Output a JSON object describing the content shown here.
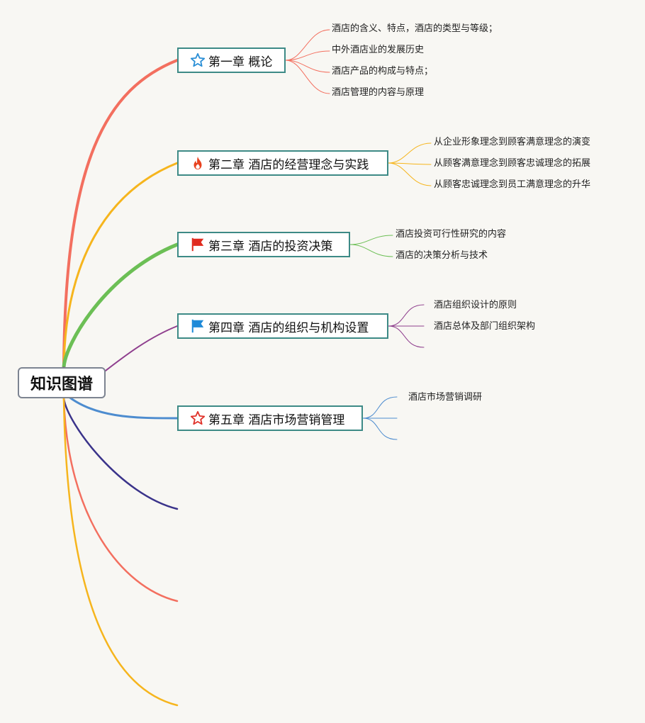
{
  "root": {
    "label": "知识图谱"
  },
  "chapters": [
    {
      "label": "第一章 概论",
      "icon": "star-outline-icon",
      "color": "#f36f5f",
      "leaves": [
        "酒店的含义、特点，酒店的类型与等级；",
        "中外酒店业的发展历史",
        "酒店产品的构成与特点；",
        "酒店管理的内容与原理"
      ]
    },
    {
      "label": "第二章 酒店的经营理念与实践",
      "icon": "fire-icon",
      "color": "#f6b51d",
      "leaves": [
        "从企业形象理念到顾客满意理念的演变",
        "从顾客满意理念到顾客忠诚理念的拓展",
        "从顾客忠诚理念到员工满意理念的升华"
      ]
    },
    {
      "label": "第三章 酒店的投资决策",
      "icon": "red-flag-icon",
      "color": "#6cbf55",
      "leaves": [
        "酒店投资可行性研究的内容",
        "酒店的决策分析与技术"
      ]
    },
    {
      "label": "第四章 酒店的组织与机构设置",
      "icon": "blue-flag-icon",
      "color": "#8f3f8e",
      "leaves": [
        "酒店组织设计的原则",
        "酒店总体及部门组织架构"
      ]
    },
    {
      "label": "第五章 酒店市场营销管理",
      "icon": "star-red-outline-icon",
      "color": "#4d8ccf",
      "leaves": [
        "酒店市场营销调研"
      ]
    }
  ],
  "extra_branch_colors": [
    "#3a338a",
    "#f36f5f",
    "#f6b51d"
  ]
}
